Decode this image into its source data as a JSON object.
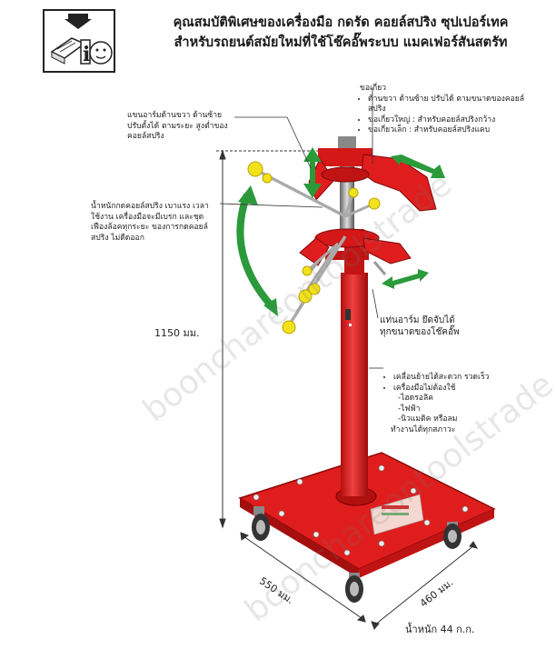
{
  "header": {
    "title_line1": "คุณสมบัติพิเศษของเครื่องมือ กดรัด คอยล์สปริง ซุปเปอร์เทค",
    "title_line2": "สำหรับรถยนต์สมัยใหม่ที่ใช้โช๊คอั๊พระบบ แมคเฟอร์สันสตรัท"
  },
  "logo": {
    "icon": "manual-info-icon"
  },
  "callouts": {
    "jaws": {
      "heading": "ขอเกี่ยว",
      "items": [
        "ด้านขวา ด้านซ้าย ปรับได้ ตามขนาดของคอยล์สปริง",
        "ขอเกี่ยวใหญ่ : สำหรับคอยล์สปริงกว้าง",
        "ขอเกี่ยวเล็ก : สำหรับคอยล์สปริงแคบ"
      ]
    },
    "arms": "แขนอาร์มด้านขวา ด้านซ้าย ปรับตั้งได้ ตามระยะ สูงต่ำของคอยล์สปริง",
    "lever": "น้ำหนักกดคอยล์สปริง เบาแรง เวลาใช้งาน เครื่องมือจะมีเบรก และชุดเฟืองล้อคทุกระยะ ของการกดคอยล์สปริง ไม่ดีดออก",
    "clamp": "แท่นอาร์ม ยึดจับได้ ทุกขนาดของโช๊คอั๊พ",
    "mobility": {
      "items": [
        "เคลื่อนย้ายได้สะดวก รวดเร็ว",
        "เครื่องมือไม่ต้องใช้"
      ],
      "subitems": [
        "-ไฮดรอลิค",
        "-ไฟฟ้า",
        "-นิวแมติค หรือลม"
      ],
      "footer": "ทำงานได้ทุกสภาวะ"
    }
  },
  "dimensions": {
    "height": "1150 มม.",
    "depth": "550 มม.",
    "width": "460 มม.",
    "weight": "น้ำหนัก 44 ก.ก."
  },
  "watermark": "boonchareontoolstrade",
  "colors": {
    "machine_red": "#e01d1d",
    "arrow_green": "#2a9a3a",
    "knob_yellow": "#f2e21a"
  }
}
